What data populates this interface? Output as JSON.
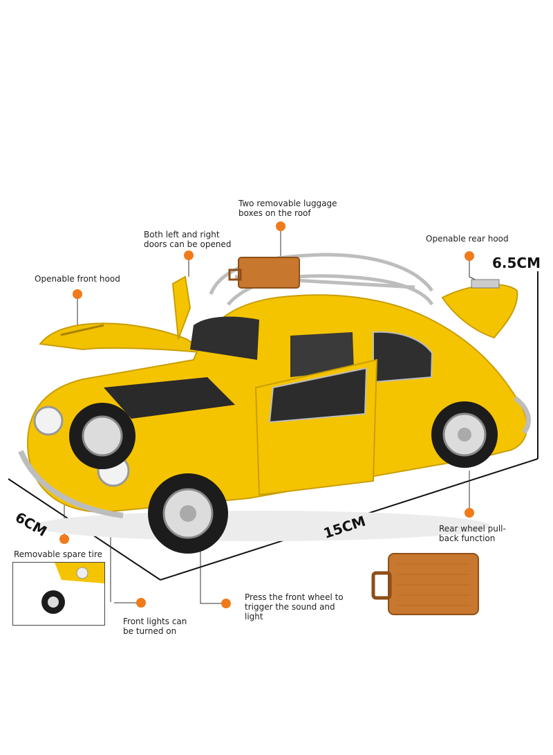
{
  "annotations": {
    "front_hood": "Openable front hood",
    "doors": "Both left and right\ndoors can be opened",
    "luggage": "Two removable luggage\nboxes on the roof",
    "rear_hood": "Openable rear hood",
    "spare_tire": "Removable spare tire",
    "front_lights": "Front lights can\nbe turned on",
    "front_wheel": "Press the front wheel to\ntrigger the sound and\nlight",
    "rear_wheel": "Rear wheel pull-\nback function"
  },
  "dimensions": {
    "height": "6.5CM",
    "width": "6CM",
    "length": "15CM"
  },
  "colors": {
    "car_body": "#f5c400",
    "accent_dot": "#f07b1a",
    "luggage": "#c8772e",
    "chrome": "#c8c8c8"
  }
}
